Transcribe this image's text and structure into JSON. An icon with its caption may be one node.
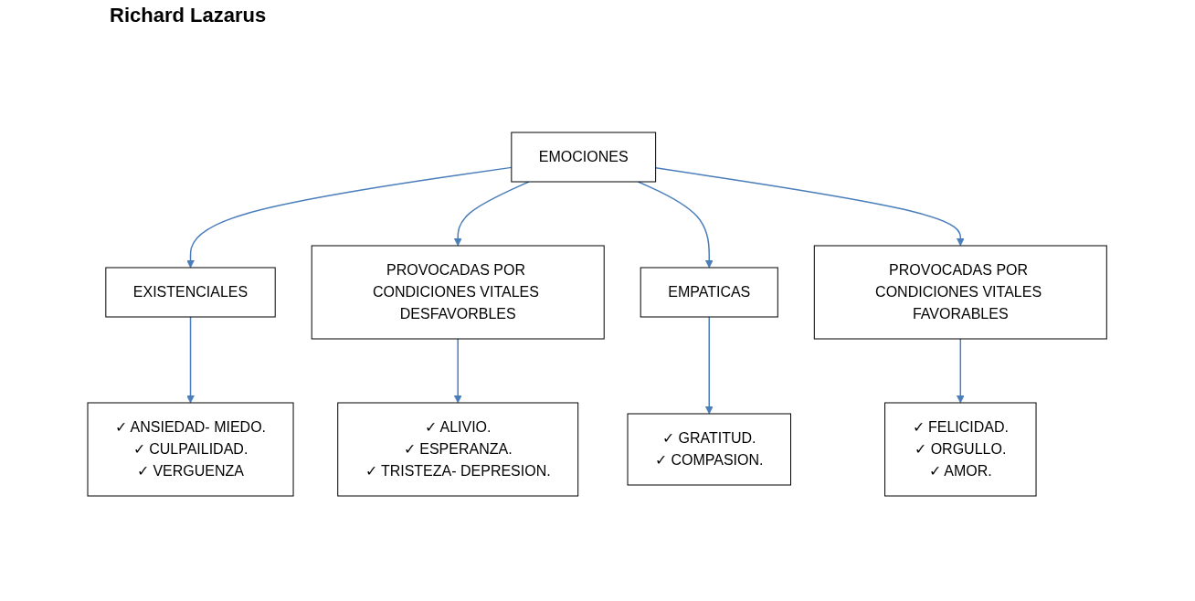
{
  "diagram": {
    "title": "Richard Lazarus",
    "nodes": [
      {
        "text": [
          "EMOCIONES"
        ]
      },
      {
        "text": [
          "EXISTENCIALES"
        ]
      },
      {
        "text": [
          "PROVOCADAS POR CONDICIONES VITALES DESFAVORBLES"
        ]
      },
      {
        "text": [
          "EMPATICAS"
        ]
      },
      {
        "text": [
          "PROVOCADAS POR CONDICIONES VITALES FAVORABLES"
        ]
      },
      {
        "text": [
          "✓ ANSIEDAD- MIEDO.",
          "✓ CULPAILIDAD.",
          "✓ VERGUENZA"
        ]
      },
      {
        "text": [
          "✓ ALIVIO.",
          "✓ ESPERANZA.",
          "✓ TRISTEZA- DEPRESION."
        ]
      },
      {
        "text": [
          "✓ GRATITUD.",
          "✓ COMPASION."
        ]
      },
      {
        "text": [
          "✓ FELICIDAD.",
          "✓ ORGULLO.",
          "✓ AMOR."
        ]
      }
    ],
    "edges": [
      {
        "from": 0,
        "to": 1,
        "arrow": "to"
      },
      {
        "from": 0,
        "to": 2,
        "arrow": "to"
      },
      {
        "from": 0,
        "to": 3,
        "arrow": "to"
      },
      {
        "from": 0,
        "to": 4,
        "arrow": "to"
      },
      {
        "from": 1,
        "to": 5,
        "arrow": "to"
      },
      {
        "from": 2,
        "to": 6,
        "arrow": "to"
      },
      {
        "from": 3,
        "to": 7,
        "arrow": "to"
      },
      {
        "from": 4,
        "to": 8,
        "arrow": "to"
      }
    ]
  }
}
